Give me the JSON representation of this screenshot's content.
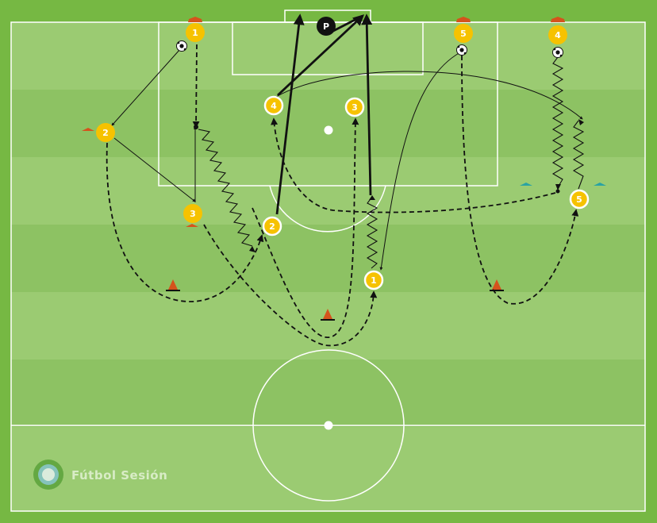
{
  "brand": {
    "name": "Fútbol Sesión"
  },
  "coach_label": "P",
  "players": {
    "yellow_1_top": "1",
    "yellow_2_left": "2",
    "yellow_3_left": "3",
    "yellow_5_top": "5",
    "yellow_4_top": "4",
    "white_4": "4",
    "white_3": "3",
    "white_2": "2",
    "white_1": "1",
    "white_5": "5"
  },
  "colors": {
    "grass_light": "#9bcb72",
    "grass_dark": "#8dc263",
    "border": "#76b843",
    "player_yellow": "#f6c200",
    "cone_orange": "#d5531c",
    "marker_teal": "#2aa3a3",
    "line_white": "#ffffff",
    "line_black": "#111111"
  }
}
